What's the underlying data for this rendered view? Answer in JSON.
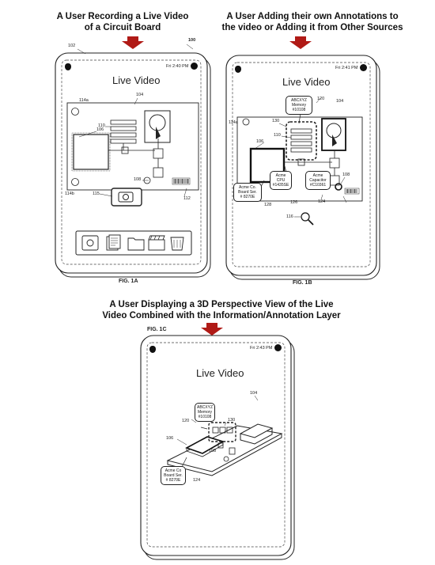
{
  "headings": {
    "fig1a": "A User Recording a Live Video\nof a Circuit Board",
    "fig1b": "A User Adding their own Annotations to\nthe video or Adding it from Other Sources",
    "fig1c": "A User Displaying a 3D Perspective View of the Live\nVideo Combined with the Information/Annotation Layer"
  },
  "figures": {
    "fig1a": {
      "caption": "FIG. 1A",
      "status_time": "Fri 2:40 PM",
      "title": "Live Video",
      "refs": {
        "r100": "100",
        "r102": "102",
        "r104": "104",
        "r106": "106",
        "r108": "108",
        "r110": "110",
        "r112": "112",
        "r114a": "114a",
        "r114b": "114b",
        "r115": "115"
      }
    },
    "fig1b": {
      "caption": "FIG. 1B",
      "status_time": "Fri 2:41 PM",
      "title": "Live Video",
      "callouts": {
        "memory": "ABCXYZ\nMemory\n#10108",
        "board": "Acme Co.\nBoard Ser.\n# 8270E",
        "cpu": "Acme\nCPU\n#1435SE",
        "capacitor": "Acme\nCapacitor\n#C10361"
      },
      "refs": {
        "r104": "104",
        "r106": "106",
        "r108": "108",
        "r110": "110",
        "r114a": "114a",
        "r116": "116",
        "r120": "120",
        "r124": "124",
        "r126": "126",
        "r128": "128",
        "r130": "130"
      }
    },
    "fig1c": {
      "caption": "FIG. 1C",
      "status_time": "Fri 2:43 PM",
      "title": "Live Video",
      "callouts": {
        "memory": "ABCXYZ\nMemory\n#10108",
        "board": "Acme Co\nBoard Ser.\n# 8270E"
      },
      "refs": {
        "r104": "104",
        "r106": "106",
        "r108": "108",
        "r120": "120",
        "r124": "124",
        "r130": "130"
      }
    }
  },
  "colors": {
    "arrow": "#b01a16",
    "line": "#222222"
  },
  "icons": [
    "apple-icon",
    "search-icon",
    "camera-icon",
    "documents-icon",
    "folder-icon",
    "clapperboard-icon",
    "trash-icon",
    "barcode-icon",
    "magnifier-icon"
  ]
}
